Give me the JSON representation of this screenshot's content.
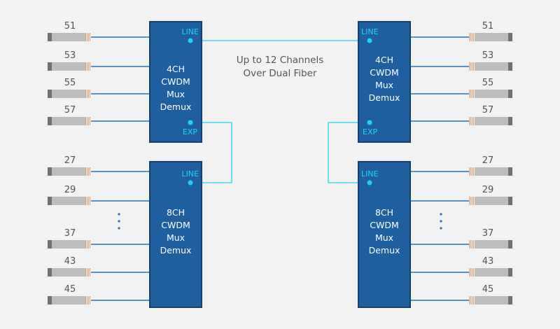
{
  "colors": {
    "background": "#f2f2f2",
    "box_fill": "#1f5fa0",
    "box_stroke": "#173f6b",
    "link": "#22d3ee",
    "fiber": "#2a6fb8",
    "transceiver": "#bdbdbd",
    "transceiver_dark": "#707070",
    "label": "#555555"
  },
  "link_caption": [
    "Up to 12 Channels",
    "Over Dual Fiber"
  ],
  "modules": {
    "left_4ch": {
      "lines": [
        "4CH",
        "CWDM",
        "Mux",
        "Demux"
      ],
      "ports": {
        "line": "LINE",
        "exp": "EXP"
      }
    },
    "right_4ch": {
      "lines": [
        "4CH",
        "CWDM",
        "Mux",
        "Demux"
      ],
      "ports": {
        "line": "LINE",
        "exp": "EXP"
      }
    },
    "left_8ch": {
      "lines": [
        "8CH",
        "CWDM",
        "Mux",
        "Demux"
      ],
      "ports": {
        "line": "LINE"
      }
    },
    "right_8ch": {
      "lines": [
        "8CH",
        "CWDM",
        "Mux",
        "Demux"
      ],
      "ports": {
        "line": "LINE"
      }
    }
  },
  "channels_4ch": [
    "51",
    "53",
    "55",
    "57"
  ],
  "channels_8ch_top": [
    "27",
    "29"
  ],
  "channels_8ch_bottom": [
    "37",
    "43",
    "45"
  ]
}
